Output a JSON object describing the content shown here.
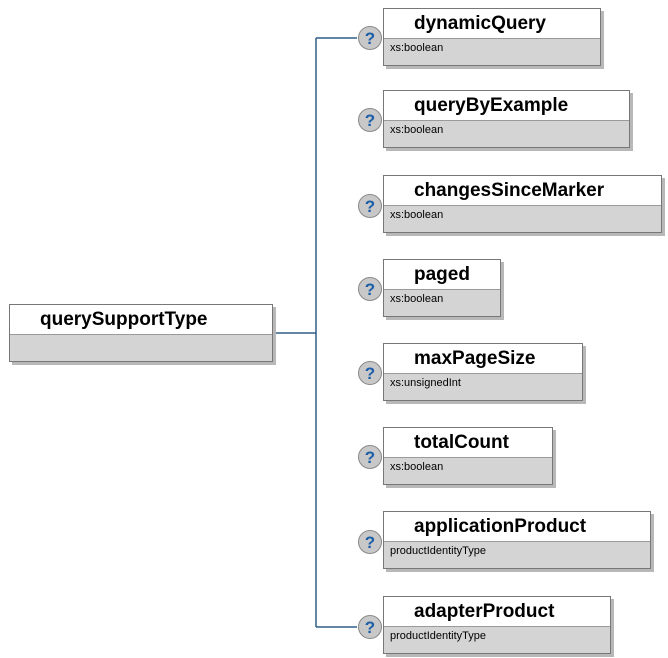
{
  "root": {
    "name": "querySupportType",
    "type": ""
  },
  "elements": [
    {
      "name": "dynamicQuery",
      "type": "xs:boolean"
    },
    {
      "name": "queryByExample",
      "type": "xs:boolean"
    },
    {
      "name": "changesSinceMarker",
      "type": "xs:boolean"
    },
    {
      "name": "paged",
      "type": "xs:boolean"
    },
    {
      "name": "maxPageSize",
      "type": "xs:unsignedInt"
    },
    {
      "name": "totalCount",
      "type": "xs:boolean"
    },
    {
      "name": "applicationProduct",
      "type": "productIdentityType"
    },
    {
      "name": "adapterProduct",
      "type": "productIdentityType"
    }
  ],
  "icons": {
    "element": "element-diamond-icon",
    "optional": "question-mark-icon"
  },
  "colors": {
    "connector": "#2f5f86",
    "icon_blue": "#1c5fa8",
    "icon_yellow": "#f2c230",
    "type_band": "#d4d4d4",
    "question_bg": "#c8c8c8"
  }
}
